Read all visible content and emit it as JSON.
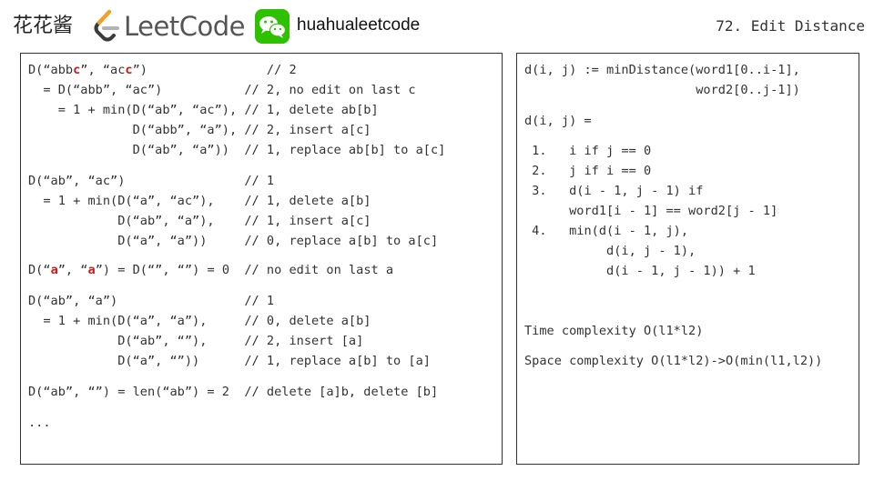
{
  "header": {
    "brand_cn": "花花酱",
    "leetcode_wordmark": "LeetCode",
    "wechat_name": "huahualeetcode",
    "problem_title": "72. Edit Distance"
  },
  "colors": {
    "highlight": "#cc1a1a",
    "wechat_green": "#2dc100",
    "leetcode_orange": "#f89f1b"
  },
  "left_panel": {
    "lines": [
      [
        {
          "t": "D(“abb"
        },
        {
          "t": "c",
          "hl": true
        },
        {
          "t": "”, “ac"
        },
        {
          "t": "c",
          "hl": true
        },
        {
          "t": "”)                // 2"
        }
      ],
      [
        {
          "t": "  = D(“abb”, “ac”)           // 2, no edit on last c"
        }
      ],
      [
        {
          "t": "    = 1 + min(D(“ab”, “ac”), // 1, delete ab[b]"
        }
      ],
      [
        {
          "t": "              D(“abb”, “a”), // 2, insert a[c]"
        }
      ],
      [
        {
          "t": "              D(“ab”, “a”))  // 1, replace ab[b] to a[c]"
        }
      ],
      [
        {
          "t": "D(“ab”, “ac”)                // 1"
        }
      ],
      [
        {
          "t": "  = 1 + min(D(“a”, “ac”),    // 1, delete a[b]"
        }
      ],
      [
        {
          "t": "            D(“ab”, “a”),    // 1, insert a[c]"
        }
      ],
      [
        {
          "t": "            D(“a”, “a”))     // 0, replace a[b] to a[c]"
        }
      ],
      [
        {
          "t": "D(“"
        },
        {
          "t": "a",
          "hl": true
        },
        {
          "t": "”, “"
        },
        {
          "t": "a",
          "hl": true
        },
        {
          "t": "”) = D(“”, “”) = 0  // no edit on last a"
        }
      ],
      [
        {
          "t": "D(“ab”, “a”)                 // 1"
        }
      ],
      [
        {
          "t": "  = 1 + min(D(“a”, “a”),     // 0, delete a[b]"
        }
      ],
      [
        {
          "t": "            D(“ab”, “”),     // 2, insert [a]"
        }
      ],
      [
        {
          "t": "            D(“a”, “”))      // 1, replace a[b] to [a]"
        }
      ],
      [
        {
          "t": "D(“ab”, “”) = len(“ab”) = 2  // delete [a]b, delete [b]"
        }
      ],
      [
        {
          "t": "..."
        }
      ]
    ]
  },
  "right_panel": {
    "lines": [
      "d(i, j) := minDistance(word1[0..i-1],",
      "                       word2[0..j-1])",
      "d(i, j) =",
      " 1.   i if j == 0",
      " 2.   j if i == 0",
      " 3.   d(i - 1, j - 1) if",
      "      word1[i - 1] == word2[j - 1]",
      " 4.   min(d(i - 1, j),",
      "           d(i, j - 1),",
      "           d(i - 1, j - 1)) + 1",
      "Time complexity O(l1*l2)",
      "Space complexity O(l1*l2)->O(min(l1,l2))"
    ]
  }
}
